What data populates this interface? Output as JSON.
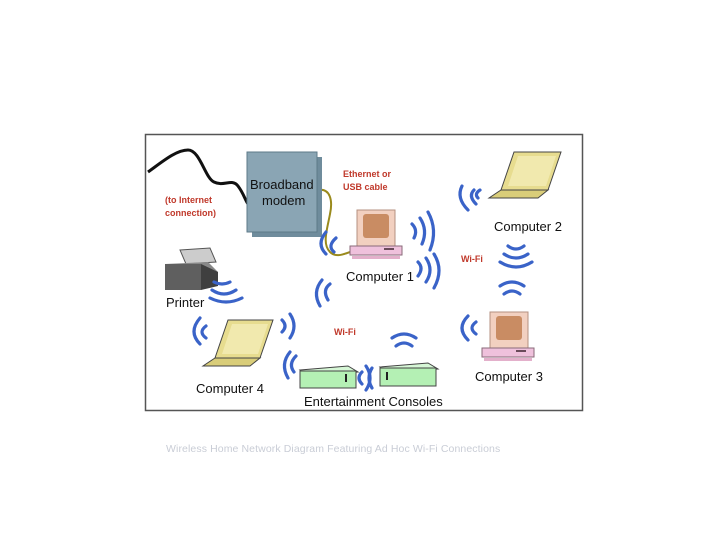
{
  "labels": {
    "modem": [
      "Broadband",
      "modem"
    ],
    "cable": [
      "Ethernet or",
      "USB cable"
    ],
    "internet": [
      "(to Internet",
      "connection)"
    ],
    "computer1": "Computer 1",
    "computer2": "Computer 2",
    "computer3": "Computer 3",
    "computer4": "Computer 4",
    "printer": "Printer",
    "wifi_right": "Wi-Fi",
    "wifi_center": "Wi-Fi",
    "consoles": "Entertainment Consoles"
  },
  "caption": "Wireless Home Network Diagram Featuring Ad Hoc Wi-Fi Connections",
  "colors": {
    "frame": "#555555",
    "modem_fill": "#8aa5b4",
    "wave": "#3a63c8",
    "laptop": "#e7dc8f",
    "monitor": "#f2d0c0",
    "pc_base": "#efc1dc",
    "console": "#b4f0b4",
    "cable_ethernet": "#9a8a1c",
    "label_red": "#c0392b"
  },
  "icons": [
    "modem-box",
    "desktop-computer",
    "laptop-computer",
    "printer",
    "game-console",
    "wifi-signal"
  ]
}
